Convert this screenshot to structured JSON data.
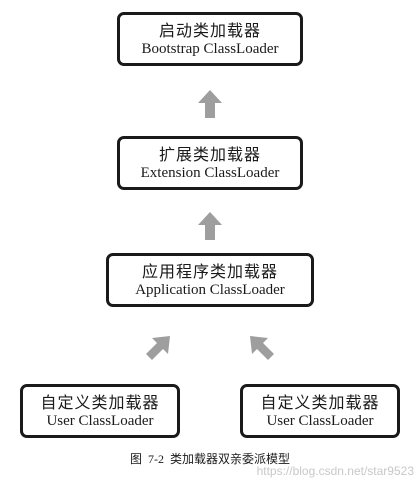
{
  "boxes": {
    "bootstrap": {
      "zh": "启动类加载器",
      "en": "Bootstrap ClassLoader"
    },
    "extension": {
      "zh": "扩展类加载器",
      "en": "Extension ClassLoader"
    },
    "application": {
      "zh": "应用程序类加载器",
      "en": "Application ClassLoader"
    },
    "user_1": {
      "zh": "自定义类加载器",
      "en": "User ClassLoader"
    },
    "user_2": {
      "zh": "自定义类加载器",
      "en": "User ClassLoader"
    }
  },
  "caption": {
    "prefix": "图",
    "number": "7-2",
    "text": "类加载器双亲委派模型"
  },
  "watermark": "https://blog.csdn.net/star9523",
  "colors": {
    "border": "#1a1a1a",
    "arrow": "#9e9e9e"
  }
}
